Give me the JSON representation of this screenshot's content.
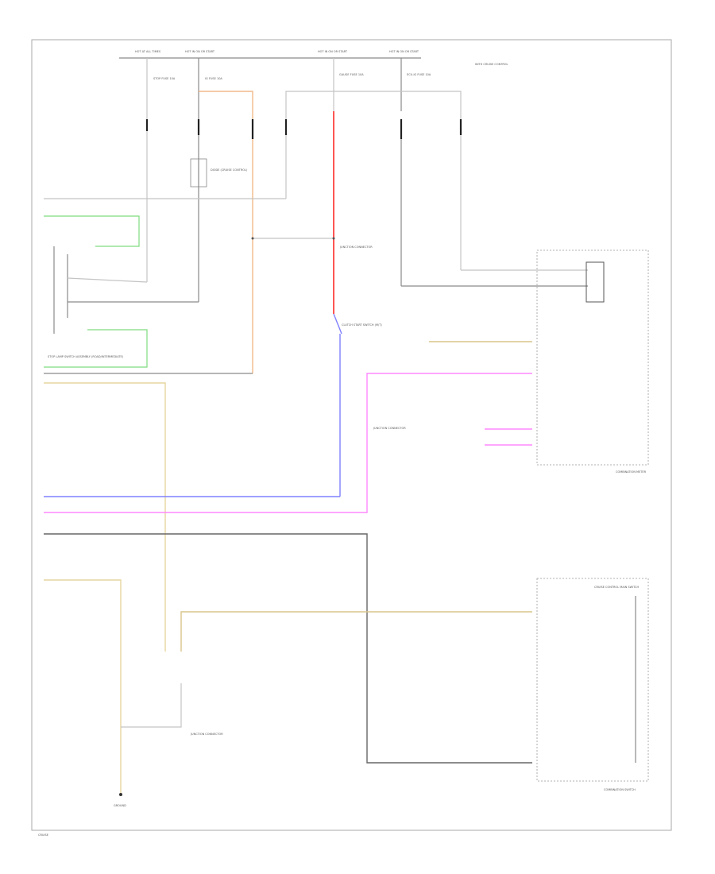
{
  "labels": {
    "top_fuse_1": "HOT AT ALL TIMES",
    "top_fuse_2": "HOT IN ON OR START",
    "top_fuse_3": "HOT IN ON OR START",
    "top_fuse_4": "HOT IN ON OR START",
    "fuse_a": "STOP FUSE 10A",
    "fuse_b": "IG FUSE 10A",
    "fuse_c": "GAUGE FUSE 10A",
    "fuse_d": "ECU-IG FUSE 10A",
    "top_right_note": "WITH CRUISE CONTROL",
    "relay_left": "DIODE (CRUISE CONTROL)",
    "right_conn_1": "JUNCTION CONNECTOR",
    "mid_conn": "JUNCTION CONNECTOR",
    "bottom_conn": "JUNCTION CONNECTOR",
    "stop_switch": "STOP LAMP SWITCH ASSEMBLY (ROAD/INTERMEDIATE)",
    "clutch_switch": "CLUTCH START SWITCH (M/T)",
    "combo_meter": "COMBINATION METER",
    "cruise_switch": "CRUISE CONTROL MAIN SWITCH",
    "combo_switch": "COMBINATION SWITCH",
    "ground": "GROUND",
    "footer": "CRUISE"
  }
}
